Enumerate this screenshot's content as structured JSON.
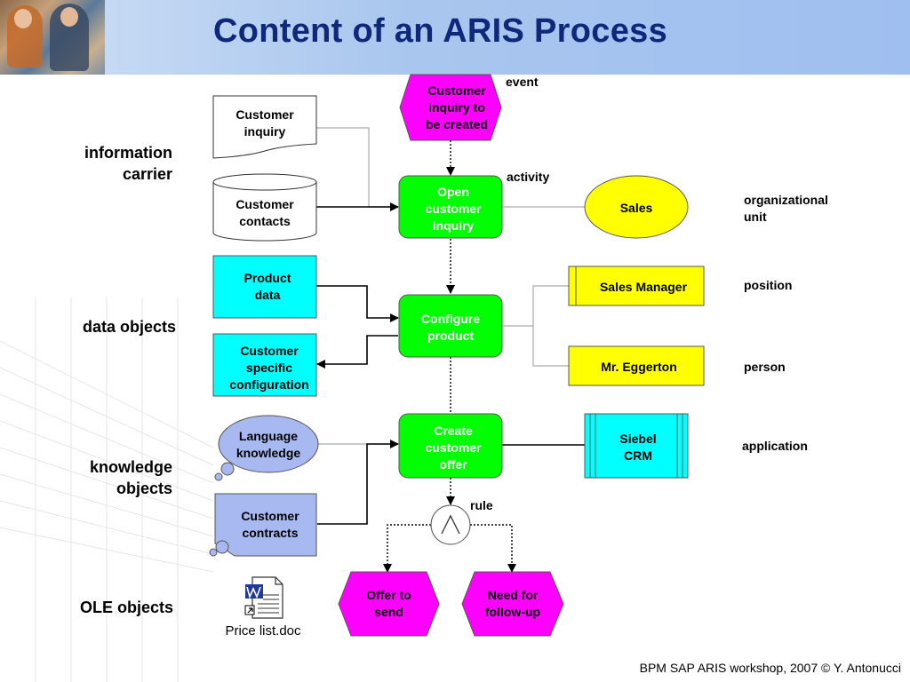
{
  "title": "Content of an ARIS Process",
  "footer": "BPM SAP ARIS workshop, 2007 © Y. Antonucci",
  "categories": {
    "information_carrier": "information\ncarrier",
    "data_objects": "data objects",
    "knowledge_objects": "knowledge\nobjects",
    "ole_objects": "OLE objects"
  },
  "type_labels": {
    "event": "event",
    "activity": "activity",
    "organizational_unit": "organizational\nunit",
    "position": "position",
    "person": "person",
    "application": "application",
    "rule": "rule"
  },
  "nodes": {
    "customer_inquiry_doc": "Customer\ninquiry",
    "customer_contacts_db": "Customer\ncontacts",
    "product_data": "Product\ndata",
    "customer_specific_configuration": "Customer\nspecific\nconfiguration",
    "language_knowledge": "Language\nknowledge",
    "customer_contracts": "Customer\ncontracts",
    "price_list_doc": "Price list.doc",
    "event_customer_inquiry": "Customer\ninquiry to\nbe created",
    "activity_open_inquiry": "Open\ncustomer\ninquiry",
    "activity_configure_product": "Configure\nproduct",
    "activity_create_offer": "Create\ncustomer\noffer",
    "event_offer_to_send": "Offer to\nsend",
    "event_need_follow_up": "Need for\nfollow-up",
    "org_sales": "Sales",
    "position_sales_manager": "Sales Manager",
    "person_mr_eggerton": "Mr. Eggerton",
    "app_siebel_crm": "Siebel\nCRM"
  },
  "colors": {
    "event": "#ff00ff",
    "activity": "#00ff00",
    "org_unit": "#ffff00",
    "data_object": "#00ffff",
    "knowledge": "#a8b8f0",
    "title": "#10287a"
  }
}
